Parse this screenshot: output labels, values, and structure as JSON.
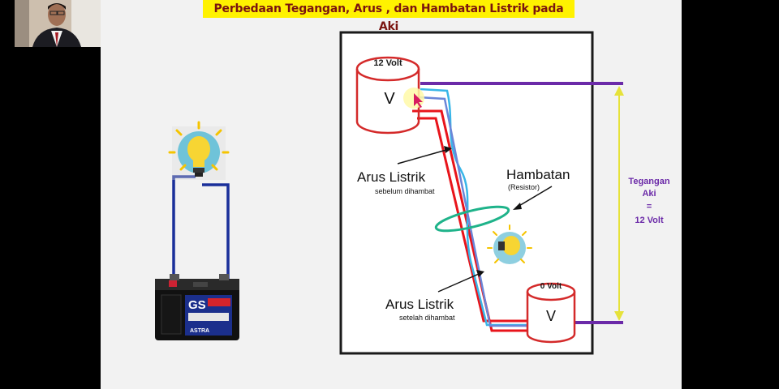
{
  "title": "Perbedaan Tegangan, Arus , dan Hambatan Listrik pada Aki",
  "diagram": {
    "top_tank_label": "12 Volt",
    "top_tank_symbol": "V",
    "bottom_tank_label": "0 Volt",
    "bottom_tank_symbol": "V",
    "current_before_title": "Arus Listrik",
    "current_before_sub": "sebelum dihambat",
    "current_after_title": "Arus Listrik",
    "current_after_sub": "setelah dihambat",
    "resistance_title": "Hambatan",
    "resistance_sub": "(Resistor)",
    "voltage_line1": "Tegangan",
    "voltage_line2": "Aki",
    "voltage_line3": "=",
    "voltage_line4": "12 Volt"
  },
  "battery": {
    "brand": "GS",
    "maker": "ASTRA"
  },
  "colors": {
    "title_bg": "#fff200",
    "title_text": "#7a1410",
    "tank": "#d42a2a",
    "wire_red": "#e8141b",
    "wire_blue": "#6b86d8",
    "wire_cyan": "#39b6e8",
    "ring": "#1fb38a",
    "voltage_arrow": "#e6e23a",
    "voltage_text": "#6b2aa8",
    "purple_line": "#6b2aa8",
    "circuit_wire": "#1a2f9a"
  }
}
